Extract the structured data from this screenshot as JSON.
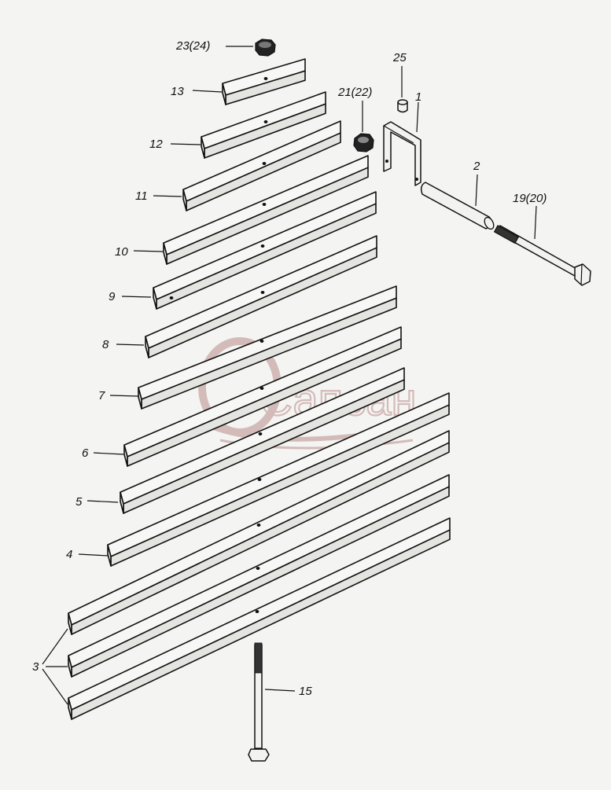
{
  "watermark": {
    "text": "Сапсан",
    "color": "#c9a9a6"
  },
  "labels": {
    "nut_top": "23(24)",
    "leaf_13": "13",
    "leaf_12": "12",
    "leaf_11": "11",
    "leaf_10": "10",
    "leaf_9": "9",
    "leaf_8": "8",
    "leaf_7": "7",
    "leaf_6": "6",
    "leaf_5": "5",
    "leaf_4": "4",
    "leaf_3": "3",
    "nut_clamp": "21(22)",
    "bushing_25": "25",
    "clamp_1": "1",
    "sleeve_2": "2",
    "bolt_19": "19(20)",
    "bolt_15": "15"
  }
}
